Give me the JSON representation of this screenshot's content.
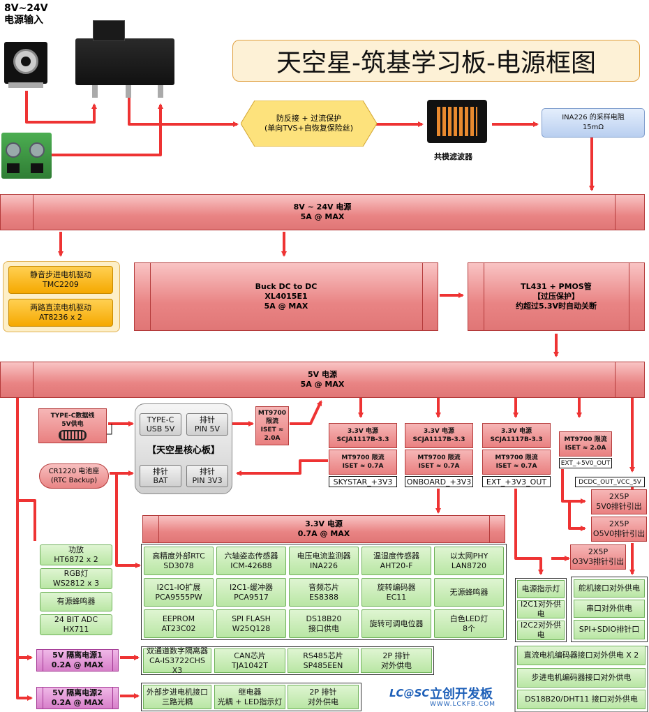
{
  "title": "天空星-筑基学习板-电源框图",
  "input_label": {
    "line1": "8V~24V",
    "line2": "电源输入"
  },
  "protection": {
    "line1": "防反接 + 过流保护",
    "line2": "(单向TVS+自恢复保险丝)"
  },
  "choke_label": "共模滤波器",
  "ina_resistor": {
    "line1": "INA226 的采样电阻",
    "line2": "15mΩ"
  },
  "bus_main": {
    "line1": "8V ~ 24V 电源",
    "line2": "5A @ MAX"
  },
  "motor_drivers": [
    {
      "line1": "静音步进电机驱动",
      "line2": "TMC2209"
    },
    {
      "line1": "两路直流电机驱动",
      "line2": "AT8236 x 2"
    }
  ],
  "buck": {
    "line1": "Buck DC to DC",
    "line2": "XL4015E1",
    "line3": "5A @ MAX"
  },
  "tl431": {
    "line1": "TL431 + PMOS管",
    "line2": "【过压保护】",
    "line3": "约超过5.3V时自动关断"
  },
  "bus_5v": {
    "line1": "5V 电源",
    "line2": "5A @ MAX"
  },
  "typec": {
    "line1": "TYPE-C数据线",
    "line2": "5V供电"
  },
  "core": {
    "typec_line1": "TYPE-C",
    "typec_line2": "USB 5V",
    "pin5v_line1": "排针",
    "pin5v_line2": "PIN 5V",
    "title": "【天空星核心板】",
    "bat_line1": "排针",
    "bat_line2": "BAT",
    "pin3v3_line1": "排针",
    "pin3v3_line2": "PIN 3V3"
  },
  "mt9700_core": {
    "line1": "MT9700",
    "line2": "限流",
    "line3": "ISET ≈",
    "line4": "2.0A"
  },
  "cr1220": {
    "line1": "CR1220 电池座",
    "line2": "(RTC Backup)"
  },
  "ldos": [
    {
      "line1": "3.3V 电源",
      "line2": "SCJA1117B-3.3",
      "lim1": "MT9700 限流",
      "lim2": "ISET ≈ 0.7A",
      "tag": "SKYSTAR_+3V3"
    },
    {
      "line1": "3.3V 电源",
      "line2": "SCJA1117B-3.3",
      "lim1": "MT9700 限流",
      "lim2": "ISET ≈ 0.7A",
      "tag": "ONBOARD_+3V3"
    },
    {
      "line1": "3.3V 电源",
      "line2": "SCJA1117B-3.3",
      "lim1": "MT9700 限流",
      "lim2": "ISET ≈ 0.7A",
      "tag": "EXT_+3V3_OUT"
    }
  ],
  "mt9700_ext": {
    "line1": "MT9700 限流",
    "line2": "ISET ≈ 2.0A",
    "tag": "EXT_+5V0_OUT"
  },
  "dcdc_tag": "DCDC_OUT_VCC_5V",
  "headers": [
    {
      "line1": "2X5P",
      "line2": "5V0排针引出"
    },
    {
      "line1": "2X5P",
      "line2": "O5V0排针引出"
    },
    {
      "line1": "2X5P",
      "line2": "O3V3排针引出"
    }
  ],
  "bus_3v3": {
    "line1": "3.3V 电源",
    "line2": "0.7A @ MAX"
  },
  "left_5v_loads": [
    {
      "line1": "功放",
      "line2": "HT6872 x 2"
    },
    {
      "line1": "RGB灯",
      "line2": "WS2812 x 3"
    },
    {
      "line1": "有源蜂鸣器",
      "line2": ""
    },
    {
      "line1": "24 BIT ADC",
      "line2": "HX711"
    }
  ],
  "grid_3v3": [
    {
      "line1": "高精度外部RTC",
      "line2": "SD3078"
    },
    {
      "line1": "六轴姿态传感器",
      "line2": "ICM-42688"
    },
    {
      "line1": "电压电流监测器",
      "line2": "INA226"
    },
    {
      "line1": "温湿度传感器",
      "line2": "AHT20-F"
    },
    {
      "line1": "以太网PHY",
      "line2": "LAN8720"
    },
    {
      "line1": "I2C1-IO扩展",
      "line2": "PCA9555PW"
    },
    {
      "line1": "I2C1-缓冲器",
      "line2": "PCA9517"
    },
    {
      "line1": "音频芯片",
      "line2": "ES8388"
    },
    {
      "line1": "旋转编码器",
      "line2": "EC11"
    },
    {
      "line1": "无源蜂鸣器",
      "line2": ""
    },
    {
      "line1": "EEPROM",
      "line2": "AT23C02"
    },
    {
      "line1": "SPI FLASH",
      "line2": "W25Q128"
    },
    {
      "line1": "DS18B20",
      "line2": "接口供电"
    },
    {
      "line1": "旋转可调电位器",
      "line2": ""
    },
    {
      "line1": "白色LED灯",
      "line2": "8个"
    }
  ],
  "ext33_loads": [
    "电源指示灯",
    "I2C1对外供电",
    "I2C2对外供电"
  ],
  "ext5v_loads": [
    "舵机接口对外供电",
    "串口对外供电",
    "SPI+SDIO排针口"
  ],
  "right_loads": [
    "直流电机编码器接口对外供电 X 2",
    "步进电机编码器接口对外供电",
    "DS18B20/DHT11 接口对外供电"
  ],
  "iso1": {
    "line1": "5V 隔离电源1",
    "line2": "0.2A @ MAX",
    "loads": [
      {
        "line1": "双通道数字隔离器",
        "line2": "CA-IS3722CHS X3"
      },
      {
        "line1": "CAN芯片",
        "line2": "TJA1042T"
      },
      {
        "line1": "RS485芯片",
        "line2": "SP485EEN"
      },
      {
        "line1": "2P 排针",
        "line2": "对外供电"
      }
    ]
  },
  "iso2": {
    "line1": "5V 隔离电源2",
    "line2": "0.2A @ MAX",
    "loads": [
      {
        "line1": "外部步进电机接口",
        "line2": "三路光耦"
      },
      {
        "line1": "继电器",
        "line2": "光耦 + LED指示灯"
      },
      {
        "line1": "2P 排针",
        "line2": "对外供电"
      }
    ]
  },
  "logo": {
    "mark": "LC@SC",
    "name": "立创开发板",
    "url": "WWW.LCKFB.COM"
  },
  "colors": {
    "arrow": "#ee3333",
    "bus": "#e98080",
    "load": "#b9e6a4",
    "driver": "#f5a800",
    "iso": "#d77fca"
  }
}
